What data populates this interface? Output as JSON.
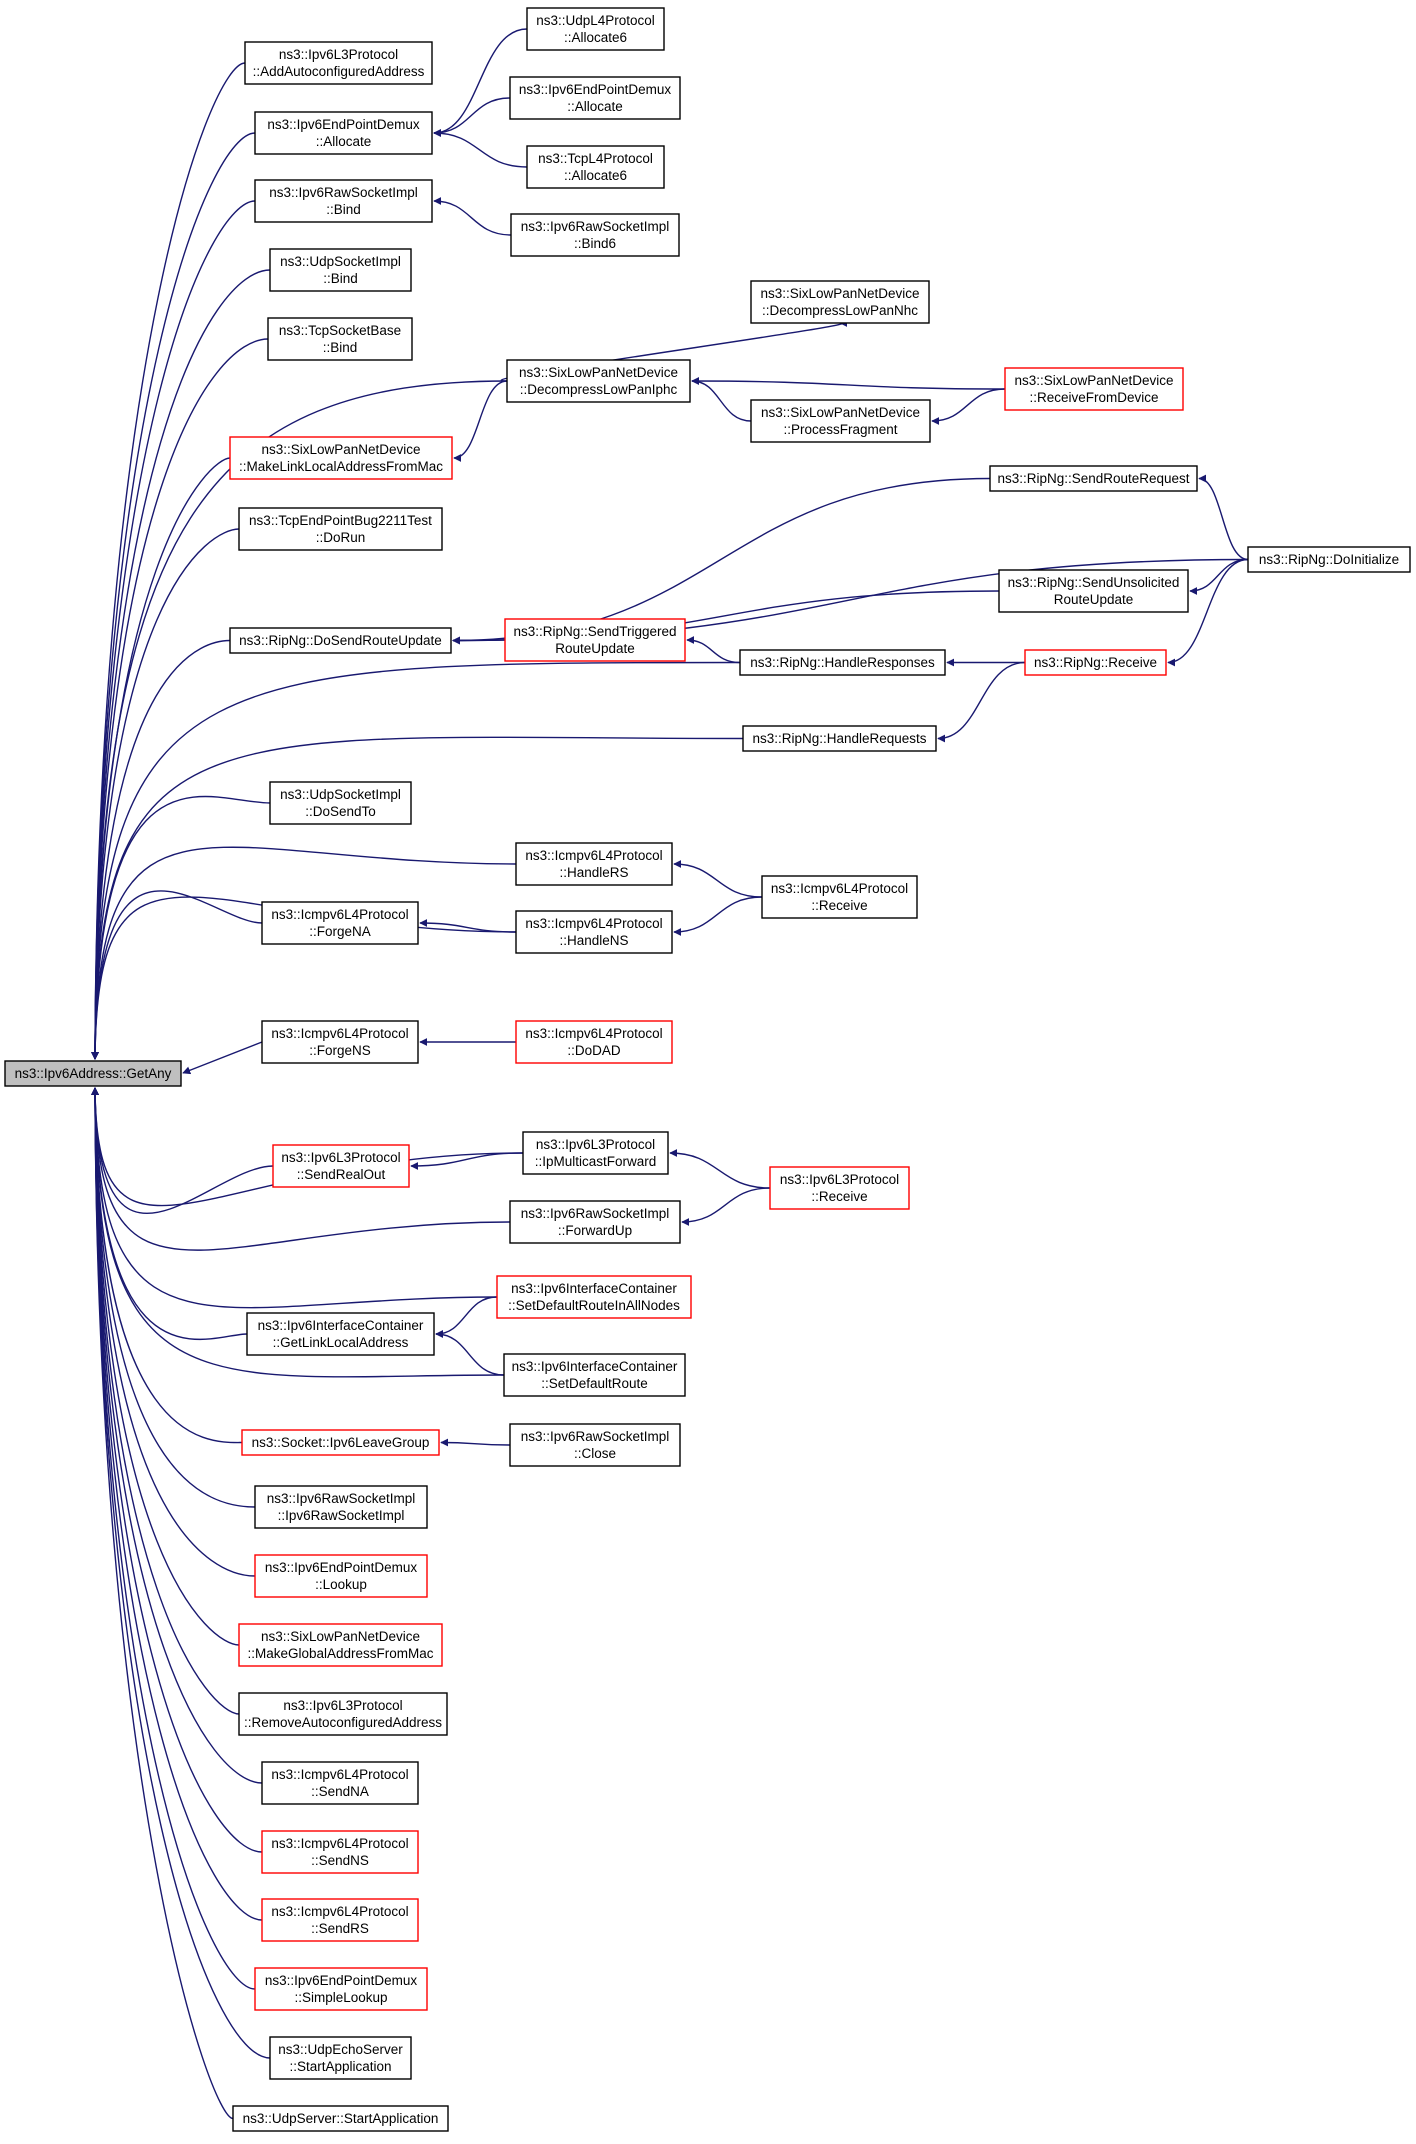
{
  "graph": {
    "colors": {
      "edge": "#191970",
      "box_default": "#000000",
      "box_truncated": "#ff0000",
      "root_fill": "#bfbfbf"
    },
    "nodes": [
      {
        "id": "root",
        "lines": [
          "ns3::Ipv6Address::GetAny"
        ],
        "style": "root"
      },
      {
        "id": "n1",
        "lines": [
          "ns3::Ipv6L3Protocol",
          "::AddAutoconfiguredAddress"
        ],
        "style": "default"
      },
      {
        "id": "n2",
        "lines": [
          "ns3::Ipv6EndPointDemux",
          "::Allocate"
        ],
        "style": "default"
      },
      {
        "id": "n3",
        "lines": [
          "ns3::UdpL4Protocol",
          "::Allocate6"
        ],
        "style": "default"
      },
      {
        "id": "n4",
        "lines": [
          "ns3::Ipv6EndPointDemux",
          "::Allocate"
        ],
        "style": "default"
      },
      {
        "id": "n5",
        "lines": [
          "ns3::TcpL4Protocol",
          "::Allocate6"
        ],
        "style": "default"
      },
      {
        "id": "n6",
        "lines": [
          "ns3::Ipv6RawSocketImpl",
          "::Bind"
        ],
        "style": "default"
      },
      {
        "id": "n7",
        "lines": [
          "ns3::Ipv6RawSocketImpl",
          "::Bind6"
        ],
        "style": "default"
      },
      {
        "id": "n8",
        "lines": [
          "ns3::UdpSocketImpl",
          "::Bind"
        ],
        "style": "default"
      },
      {
        "id": "n9",
        "lines": [
          "ns3::TcpSocketBase",
          "::Bind"
        ],
        "style": "default"
      },
      {
        "id": "n10",
        "lines": [
          "ns3::SixLowPanNetDevice",
          "::DecompressLowPanNhc"
        ],
        "style": "default"
      },
      {
        "id": "n11",
        "lines": [
          "ns3::SixLowPanNetDevice",
          "::DecompressLowPanIphc"
        ],
        "style": "default"
      },
      {
        "id": "n12",
        "lines": [
          "ns3::SixLowPanNetDevice",
          "::ReceiveFromDevice"
        ],
        "style": "truncated"
      },
      {
        "id": "n13",
        "lines": [
          "ns3::SixLowPanNetDevice",
          "::ProcessFragment"
        ],
        "style": "default"
      },
      {
        "id": "n14",
        "lines": [
          "ns3::SixLowPanNetDevice",
          "::MakeLinkLocalAddressFromMac"
        ],
        "style": "truncated"
      },
      {
        "id": "n15",
        "lines": [
          "ns3::RipNg::SendRouteRequest"
        ],
        "style": "default"
      },
      {
        "id": "n16",
        "lines": [
          "ns3::TcpEndPointBug2211Test",
          "::DoRun"
        ],
        "style": "default"
      },
      {
        "id": "n17",
        "lines": [
          "ns3::RipNg::DoInitialize"
        ],
        "style": "default"
      },
      {
        "id": "n18",
        "lines": [
          "ns3::RipNg::SendUnsolicited",
          "RouteUpdate"
        ],
        "style": "default"
      },
      {
        "id": "n19",
        "lines": [
          "ns3::RipNg::DoSendRouteUpdate"
        ],
        "style": "default"
      },
      {
        "id": "n20",
        "lines": [
          "ns3::RipNg::SendTriggered",
          "RouteUpdate"
        ],
        "style": "truncated"
      },
      {
        "id": "n21",
        "lines": [
          "ns3::RipNg::HandleResponses"
        ],
        "style": "default"
      },
      {
        "id": "n22",
        "lines": [
          "ns3::RipNg::Receive"
        ],
        "style": "truncated"
      },
      {
        "id": "n23",
        "lines": [
          "ns3::RipNg::HandleRequests"
        ],
        "style": "default"
      },
      {
        "id": "n24",
        "lines": [
          "ns3::UdpSocketImpl",
          "::DoSendTo"
        ],
        "style": "default"
      },
      {
        "id": "n25",
        "lines": [
          "ns3::Icmpv6L4Protocol",
          "::HandleRS"
        ],
        "style": "default"
      },
      {
        "id": "n26",
        "lines": [
          "ns3::Icmpv6L4Protocol",
          "::Receive"
        ],
        "style": "default"
      },
      {
        "id": "n27",
        "lines": [
          "ns3::Icmpv6L4Protocol",
          "::ForgeNA"
        ],
        "style": "default"
      },
      {
        "id": "n28",
        "lines": [
          "ns3::Icmpv6L4Protocol",
          "::HandleNS"
        ],
        "style": "default"
      },
      {
        "id": "n29",
        "lines": [
          "ns3::Icmpv6L4Protocol",
          "::ForgeNS"
        ],
        "style": "default"
      },
      {
        "id": "n30",
        "lines": [
          "ns3::Icmpv6L4Protocol",
          "::DoDAD"
        ],
        "style": "truncated"
      },
      {
        "id": "n31",
        "lines": [
          "ns3::Ipv6L3Protocol",
          "::IpMulticastForward"
        ],
        "style": "default"
      },
      {
        "id": "n32",
        "lines": [
          "ns3::Ipv6L3Protocol",
          "::SendRealOut"
        ],
        "style": "truncated"
      },
      {
        "id": "n33",
        "lines": [
          "ns3::Ipv6L3Protocol",
          "::Receive"
        ],
        "style": "truncated"
      },
      {
        "id": "n34",
        "lines": [
          "ns3::Ipv6RawSocketImpl",
          "::ForwardUp"
        ],
        "style": "default"
      },
      {
        "id": "n35",
        "lines": [
          "ns3::Ipv6InterfaceContainer",
          "::SetDefaultRouteInAllNodes"
        ],
        "style": "truncated"
      },
      {
        "id": "n36",
        "lines": [
          "ns3::Ipv6InterfaceContainer",
          "::GetLinkLocalAddress"
        ],
        "style": "default"
      },
      {
        "id": "n37",
        "lines": [
          "ns3::Ipv6InterfaceContainer",
          "::SetDefaultRoute"
        ],
        "style": "default"
      },
      {
        "id": "n38",
        "lines": [
          "ns3::Socket::Ipv6LeaveGroup"
        ],
        "style": "truncated"
      },
      {
        "id": "n39",
        "lines": [
          "ns3::Ipv6RawSocketImpl",
          "::Close"
        ],
        "style": "default"
      },
      {
        "id": "n40",
        "lines": [
          "ns3::Ipv6RawSocketImpl",
          "::Ipv6RawSocketImpl"
        ],
        "style": "default"
      },
      {
        "id": "n41",
        "lines": [
          "ns3::Ipv6EndPointDemux",
          "::Lookup"
        ],
        "style": "truncated"
      },
      {
        "id": "n42",
        "lines": [
          "ns3::SixLowPanNetDevice",
          "::MakeGlobalAddressFromMac"
        ],
        "style": "truncated"
      },
      {
        "id": "n43",
        "lines": [
          "ns3::Ipv6L3Protocol",
          "::RemoveAutoconfiguredAddress"
        ],
        "style": "default"
      },
      {
        "id": "n44",
        "lines": [
          "ns3::Icmpv6L4Protocol",
          "::SendNA"
        ],
        "style": "default"
      },
      {
        "id": "n45",
        "lines": [
          "ns3::Icmpv6L4Protocol",
          "::SendNS"
        ],
        "style": "truncated"
      },
      {
        "id": "n46",
        "lines": [
          "ns3::Icmpv6L4Protocol",
          "::SendRS"
        ],
        "style": "truncated"
      },
      {
        "id": "n47",
        "lines": [
          "ns3::Ipv6EndPointDemux",
          "::SimpleLookup"
        ],
        "style": "truncated"
      },
      {
        "id": "n48",
        "lines": [
          "ns3::UdpEchoServer",
          "::StartApplication"
        ],
        "style": "default"
      },
      {
        "id": "n49",
        "lines": [
          "ns3::UdpServer::StartApplication"
        ],
        "style": "default"
      }
    ]
  }
}
